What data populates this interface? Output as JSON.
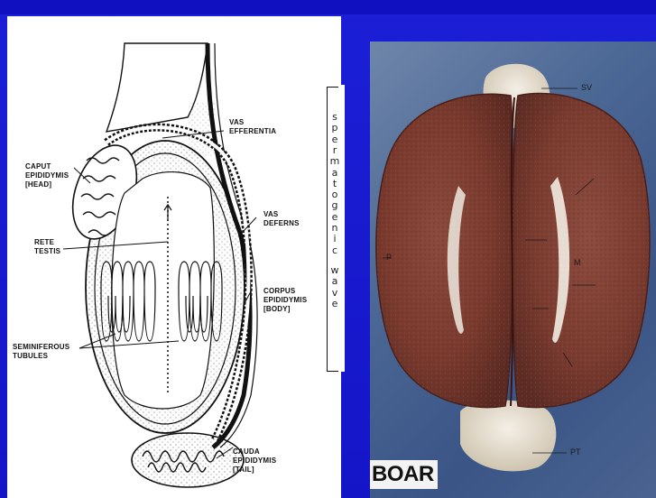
{
  "drawing": {
    "labels": {
      "vas_efferentia": [
        "VAS",
        "EFFERENTIA"
      ],
      "caput": [
        "CAPUT",
        "EPIDIDYMIS",
        "[HEAD]"
      ],
      "rete": [
        "RETE",
        "TESTIS"
      ],
      "vas_deferens": [
        "VAS",
        "DEFERNS"
      ],
      "corpus": [
        "CORPUS",
        "EPIDIDYMIS",
        "[BODY]"
      ],
      "seminiferous": [
        "SEMINIFEROUS",
        "TUBULES"
      ],
      "cauda": [
        "CAUDA",
        "EPIDIDYMIS",
        "[TAIL]"
      ]
    }
  },
  "wave_letters": [
    "s",
    "p",
    "e",
    "r",
    "m",
    "a",
    "t",
    "o",
    "g",
    "e",
    "n",
    "i",
    "c",
    "w",
    "a",
    "v",
    "e"
  ],
  "photo": {
    "caption": "BOAR",
    "tags": {
      "top": "SV",
      "left": "P",
      "mid": "M",
      "bottom": "PT"
    }
  }
}
